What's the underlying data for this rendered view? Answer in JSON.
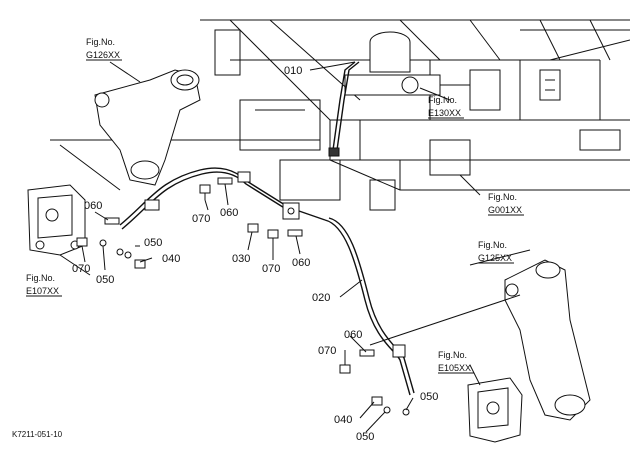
{
  "callouts": {
    "c010": "010",
    "c020": "020",
    "c030": "030",
    "c040a": "040",
    "c040b": "040",
    "c050a": "050",
    "c050b": "050",
    "c050c": "050",
    "c050d": "050",
    "c060a": "060",
    "c060b": "060",
    "c060c": "060",
    "c060d": "060",
    "c070a": "070",
    "c070b": "070",
    "c070c": "070",
    "c070d": "070"
  },
  "figrefs": {
    "g126": {
      "label": "Fig.No.",
      "code": "G126XX"
    },
    "e130": {
      "label": "Fig.No.",
      "code": "E130XX"
    },
    "g001": {
      "label": "Fig.No.",
      "code": "G001XX"
    },
    "g125": {
      "label": "Fig.No.",
      "code": "G125XX"
    },
    "e107": {
      "label": "Fig.No.",
      "code": "E107XX"
    },
    "e105": {
      "label": "Fig.No.",
      "code": "E105XX"
    }
  },
  "footer": {
    "drawing_id": "K7211-051-10"
  }
}
